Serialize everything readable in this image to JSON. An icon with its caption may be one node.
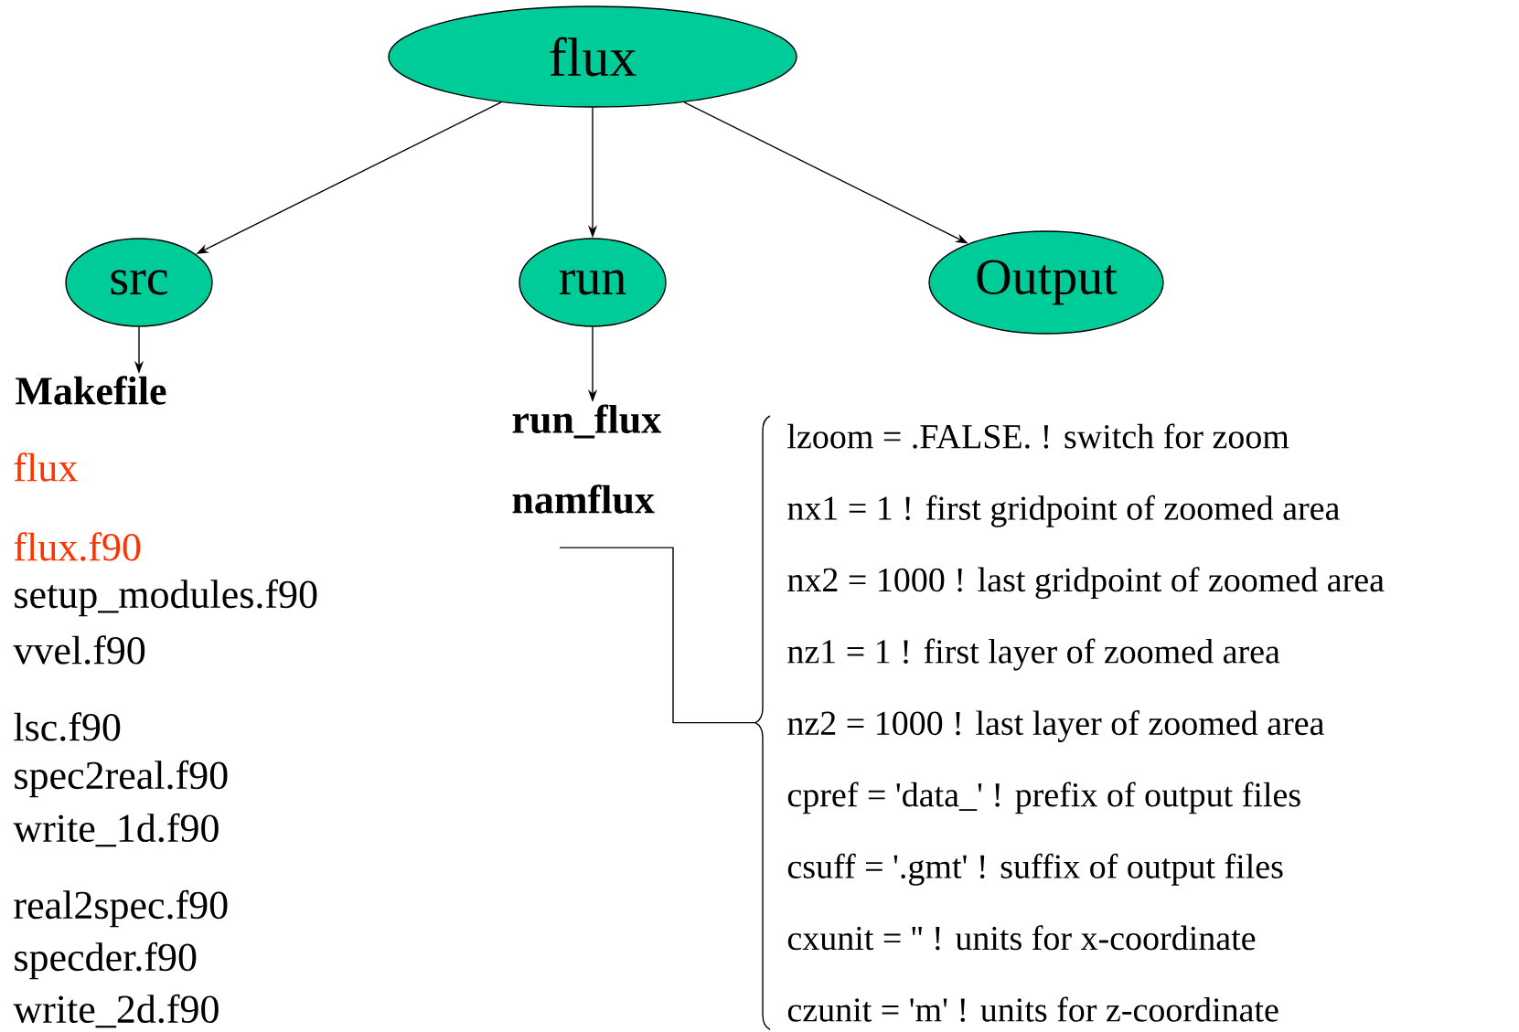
{
  "diagram": {
    "nodes": [
      {
        "text": [
          "flux"
        ]
      },
      {
        "text": [
          "src"
        ]
      },
      {
        "text": [
          "run"
        ]
      },
      {
        "text": [
          "Output"
        ]
      },
      {
        "text": [
          "Makefile"
        ]
      },
      {
        "text": [
          "run_flux"
        ]
      },
      {
        "text": [
          "namflux"
        ]
      },
      {
        "text": [
          "lzoom = .FALSE. ! switch for zoom",
          "nx1 = 1 ! first gridpoint of zoomed area",
          "nx2 = 1000 ! last gridpoint of zoomed area",
          "nz1 = 1 ! first layer of zoomed area",
          "nz2 = 1000 ! last layer of zoomed area",
          "cpref = 'data_' ! prefix of output files",
          "csuff = '.gmt' ! suffix of output files",
          "cxunit = '' ! units for x-coordinate",
          "czunit = 'm' ! units for z-coordinate"
        ]
      }
    ],
    "edges": [
      {
        "from": 0,
        "to": 1,
        "arrow": "to"
      },
      {
        "from": 0,
        "to": 2,
        "arrow": "to"
      },
      {
        "from": 0,
        "to": 3,
        "arrow": "to"
      },
      {
        "from": 1,
        "to": 4,
        "arrow": "to"
      },
      {
        "from": 2,
        "to": 5,
        "arrow": "to"
      },
      {
        "from": 6,
        "to": 7,
        "arrow": "none"
      }
    ],
    "labels": [
      "flux",
      "flux.f90",
      "setup_modules.f90",
      "vvel.f90",
      "lsc.f90",
      "spec2real.f90",
      "write_1d.f90",
      "real2spec.f90",
      "specder.f90",
      "write_2d.f90"
    ]
  }
}
